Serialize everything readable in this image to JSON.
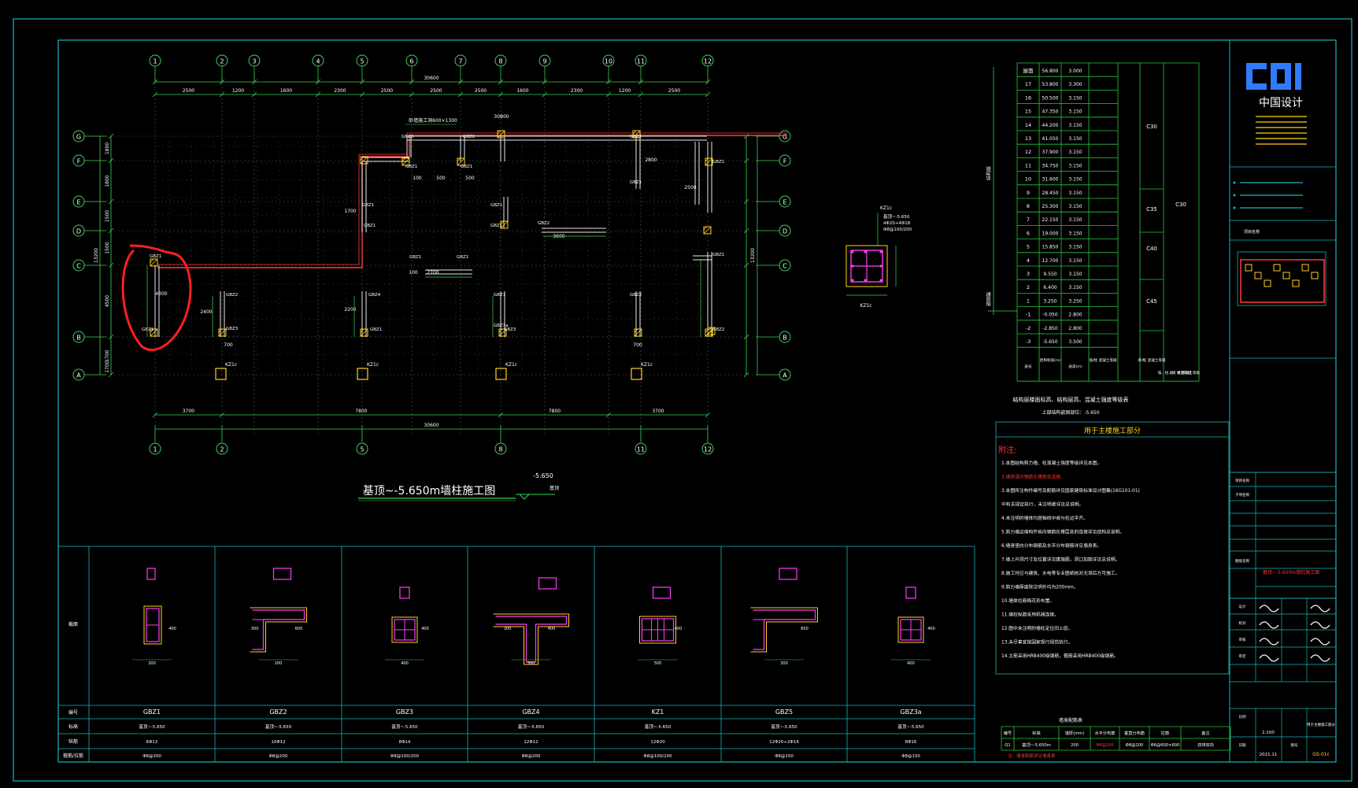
{
  "drawing": {
    "title": "基顶~-5.650m墙柱施工图",
    "elevation_tag": "-5.650",
    "elevation_tag_note": "基顶",
    "axes_top": [
      "1",
      "2",
      "3",
      "4",
      "5",
      "6",
      "7",
      "8",
      "9",
      "10",
      "11",
      "12"
    ],
    "axes_bottom": [
      "1",
      "2",
      "5",
      "8",
      "11",
      "12"
    ],
    "axes_rows": [
      "G",
      "F",
      "E",
      "D",
      "C",
      "B",
      "A"
    ],
    "dims_top": [
      "2500",
      "1200",
      "1600",
      "2300",
      "2500",
      "2500",
      "2500",
      "1600",
      "2300",
      "1200",
      "2500"
    ],
    "dim_top_total": "30600",
    "dims_bottom": [
      "3700",
      "7800",
      "7800",
      "3700"
    ],
    "dim_bottom_total": "30600",
    "dims_left": [
      "1800",
      "1800",
      "1500",
      "1500",
      "4500",
      "1700",
      "1700"
    ],
    "dim_left_total": "13200",
    "wall_labels": [
      "GBZ1",
      "GBZ2",
      "GBZ3",
      "GBZ4",
      "GBZ1",
      "GBZ1",
      "GBZ3",
      "GBZ2",
      "GBZ1",
      "GBZ1",
      "GBZ1",
      "GBZ1",
      "GBZ2",
      "GBZ1",
      "GBZ1",
      "GBZ1",
      "GBZ3a",
      "GBZ2",
      "GBZ1",
      "GBZ1",
      "GBZ1",
      "GBZ1",
      "GBZ2",
      "GBZ1",
      "GBZ1",
      "GBZ3"
    ],
    "column_tags": [
      "KZ1c",
      "KZ1c",
      "KZ1c",
      "KZ1c"
    ],
    "misc_dims": [
      "300",
      "300",
      "100",
      "500",
      "100",
      "500",
      "2700",
      "3600",
      "2200",
      "2400",
      "4300",
      "1700",
      "2800",
      "2500",
      "700",
      "700"
    ],
    "note_top": "卧墙施工洞600×1300"
  },
  "detail": {
    "tag": "KZ1c",
    "note_lines": [
      "基顶~-5.650",
      "4Φ20+4Φ18",
      "Φ8@100/200"
    ]
  },
  "elevation_table": {
    "side_label": "嵌固端",
    "side_label2": "结构层",
    "headers": [
      "层号",
      "结构标高(m)",
      "层高(m)",
      "墙/柱 混凝土等级",
      "梁/板 混凝土等级",
      "墙、柱、梁 抗震等级",
      "板、梁 混凝土等级"
    ],
    "rows": [
      [
        "屋面",
        "56.800",
        "3.000"
      ],
      [
        "17",
        "53.800",
        "3.300"
      ],
      [
        "16",
        "50.500",
        "3.150"
      ],
      [
        "15",
        "47.350",
        "3.150"
      ],
      [
        "14",
        "44.200",
        "3.150"
      ],
      [
        "13",
        "41.050",
        "3.150"
      ],
      [
        "12",
        "37.900",
        "3.150"
      ],
      [
        "11",
        "34.750",
        "3.150"
      ],
      [
        "10",
        "31.600",
        "3.150"
      ],
      [
        "9",
        "28.450",
        "3.150"
      ],
      [
        "8",
        "25.300",
        "3.150"
      ],
      [
        "7",
        "22.150",
        "3.150"
      ],
      [
        "6",
        "19.000",
        "3.150"
      ],
      [
        "5",
        "15.850",
        "3.150"
      ],
      [
        "4",
        "12.700",
        "3.150"
      ],
      [
        "3",
        "9.550",
        "3.150"
      ],
      [
        "2",
        "6.400",
        "3.150"
      ],
      [
        "1",
        "3.250",
        "3.250"
      ],
      [
        "-1",
        "-0.050",
        "2.800"
      ],
      [
        "-2",
        "-2.850",
        "2.800"
      ],
      [
        "-3",
        "-5.650",
        "3.500"
      ]
    ],
    "grade_labels": [
      "C30",
      "C35",
      "C40",
      "C45",
      "C30"
    ],
    "caption": "结构层楼面标高、结构层高、混凝土强度等级表",
    "caption2": "上部结构嵌固部位：-5.650"
  },
  "notes": {
    "header": "用于主楼施工部分",
    "title": "附注:",
    "lines": [
      "1.本图结构剪力墙、柱混凝土强度等级详见本图。",
      "2.墙体竖向钢筋在楼面处连接。",
      "3.本图所注构件编号及配筋详见国家建筑标准设计图集(16G101-01)",
      "  中有关规定执行，未注明者详见总说明。",
      "4.未注明的墙体均居轴线中或与柱边平齐。",
      "5.剪力墙边缘构件纵向钢筋在楼层处的连接详见结构总说明。",
      "6.墙身竖向分布钢筋及水平分布钢筋详见墙身表。",
      "7.墙上开洞尺寸及位置详见建施图，洞口加筋详见总说明。",
      "8.施工时应与建筑、水电等专业图纸核对无误后方可施工。",
      "9.剪力墙厚度除注明外均为200mm。",
      "10.墙体拉筋梅花形布置。",
      "11.墙柱纵筋采用机械连接。",
      "12.图中未注明的墙柱定位同上层。",
      "13.未尽事宜按国家现行规范执行。",
      "14.主筋采用HRB400级钢筋，箍筋采用HRB400级钢筋。"
    ]
  },
  "wall_table": {
    "caption": "墙身配筋表",
    "headers": [
      "编号",
      "标高",
      "墙厚(mm)",
      "水平分布筋",
      "垂直分布筋",
      "拉筋",
      "备注"
    ],
    "row": [
      "Q1",
      "基顶~-5.650m",
      "200",
      "Φ8@200",
      "Φ8@200",
      "Φ6@600×600",
      "双排双向"
    ],
    "footnote": "注：墙身配筋详见墙身表"
  },
  "column_table": {
    "row_labels": [
      "截面",
      "编号",
      "标高",
      "纵筋",
      "箍筋/拉筋"
    ],
    "columns": [
      {
        "id": "GBZ1",
        "elev": "基顶~-5.650",
        "bars": "6Φ12",
        "stir": "Φ8@200",
        "dims": [
          "200",
          "400"
        ]
      },
      {
        "id": "GBZ2",
        "elev": "基顶~-5.650",
        "bars": "10Φ12",
        "stir": "Φ8@200",
        "dims": [
          "200",
          "600",
          "300"
        ]
      },
      {
        "id": "GBZ3",
        "elev": "基顶~-5.650",
        "bars": "8Φ14",
        "stir": "Φ8@100/200",
        "dims": [
          "400",
          "400"
        ]
      },
      {
        "id": "GBZ4",
        "elev": "基顶~-5.650",
        "bars": "12Φ12",
        "stir": "Φ8@200",
        "dims": [
          "300",
          "400",
          "300"
        ]
      },
      {
        "id": "KZ1",
        "elev": "基顶~-5.650",
        "bars": "12Φ20",
        "stir": "Φ8@100/200",
        "dims": [
          "500",
          "400"
        ]
      },
      {
        "id": "GBZ5",
        "elev": "基顶~-5.650",
        "bars": "12Φ20+2Φ16",
        "stir": "Φ8@150",
        "dims": [
          "300",
          "600"
        ]
      },
      {
        "id": "GBZ3a",
        "elev": "基顶~-5.650",
        "bars": "8Φ16",
        "stir": "Φ8@150",
        "dims": [
          "400",
          "400"
        ]
      }
    ]
  },
  "title_block": {
    "logo": "CDI",
    "company": "中国设计",
    "rows": [
      "项目名称",
      "子项名称",
      "图纸名称",
      "设计",
      "校对",
      "审核",
      "审定",
      "比例",
      "日期",
      "图号"
    ],
    "drawing_name": "基顶~-5.650m墙柱施工图",
    "scale": "1:100",
    "date": "2021.11",
    "sheet_no": "GS-01c",
    "stamp_text": "用于主楼施工部分"
  },
  "colors": {
    "frame": "#19b5ba",
    "axis": "#39d353",
    "dim": "#39d353",
    "wall": "#e8e8e8",
    "concrete": "#ffd21a",
    "rebar": "#ff3df5",
    "outline": "#ff3b3b",
    "text": "#ffffff",
    "note_red": "#ff3333",
    "table_grid": "#28c83c",
    "logo": "#2f7bff"
  }
}
